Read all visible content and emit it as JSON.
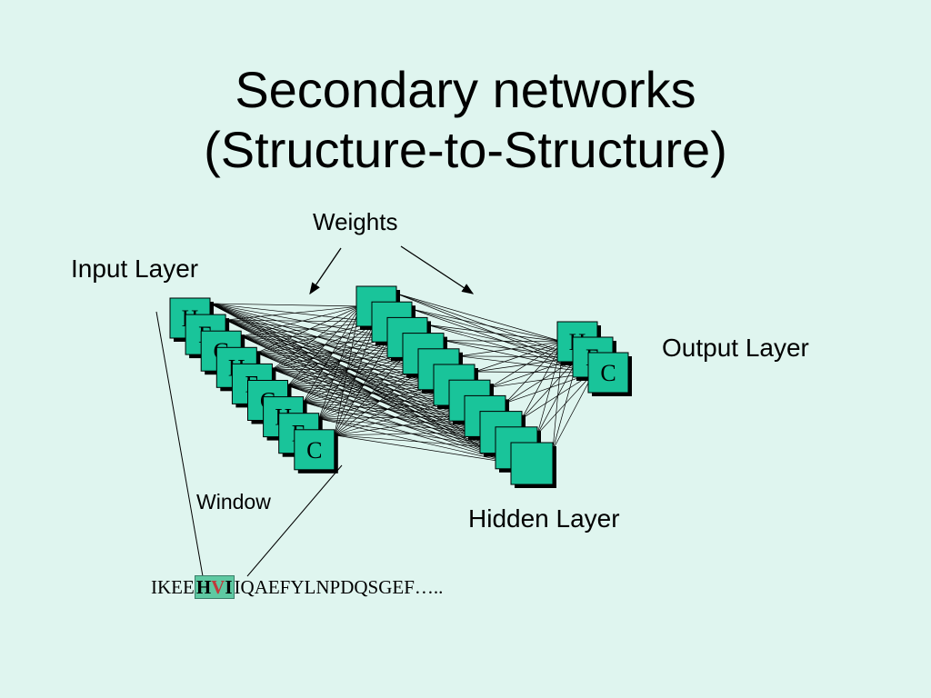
{
  "title": {
    "line1": "Secondary networks",
    "line2": "(Structure-to-Structure)"
  },
  "labels": {
    "weights": "Weights",
    "input_layer": "Input Layer",
    "output_layer": "Output Layer",
    "hidden_layer": "Hidden Layer",
    "window": "Window"
  },
  "sequence": {
    "before": "IKEE",
    "window_h": "H",
    "window_v": "V",
    "window_i": "I",
    "after": "IQAEFYLNPDQSGEF….."
  },
  "input_units": [
    "H",
    "E",
    "C",
    "H",
    "E",
    "C",
    "H",
    "E",
    "C"
  ],
  "output_units": [
    "H",
    "E",
    "C"
  ],
  "hidden_unit_count": 11,
  "colors": {
    "background": "#dff5ef",
    "unit_fill": "#19c49a",
    "highlight_letter": "#c0393b"
  }
}
